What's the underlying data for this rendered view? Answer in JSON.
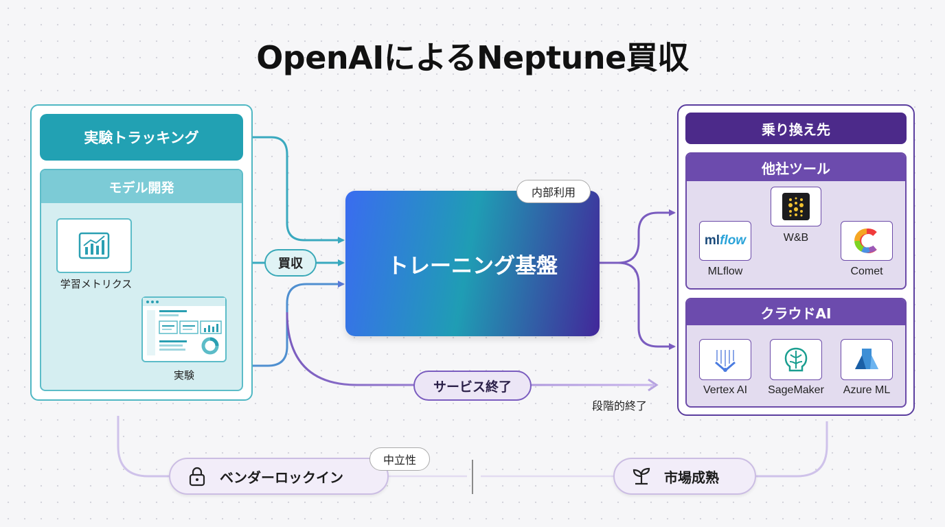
{
  "title": "OpenAIによるNeptune買収",
  "left": {
    "tracking_header": "実験トラッキング",
    "model_header": "モデル開発",
    "metrics_label": "学習メトリクス",
    "experiment_label": "実験"
  },
  "center": {
    "platform_label": "トレーニング基盤",
    "internal_badge": "内部利用",
    "acquire_label": "買収",
    "eos_label": "サービス終了",
    "gradual_label": "段階的終了"
  },
  "right": {
    "dest_header": "乗り換え先",
    "other_tools_header": "他社ツール",
    "other_tools": [
      {
        "name": "W&B",
        "icon": "wandb-logo-icon"
      },
      {
        "name": "MLflow",
        "icon": "mlflow-logo-icon",
        "logo_text_1": "ml",
        "logo_text_2": "flow"
      },
      {
        "name": "Comet",
        "icon": "comet-logo-icon"
      }
    ],
    "cloud_header": "クラウドAI",
    "cloud_tools": [
      {
        "name": "Vertex AI",
        "icon": "vertex-ai-logo-icon"
      },
      {
        "name": "SageMaker",
        "icon": "sagemaker-logo-icon"
      },
      {
        "name": "Azure ML",
        "icon": "azure-ml-logo-icon"
      }
    ]
  },
  "bottom": {
    "lockin_label": "ベンダーロックイン",
    "neutral_badge": "中立性",
    "maturity_label": "市場成熟"
  },
  "colors": {
    "teal": "#22a1b3",
    "purple": "#4c2a8a",
    "purple_mid": "#6c4bad",
    "line_teal": "#3aa9bf",
    "line_purple": "#7a5cbf"
  }
}
